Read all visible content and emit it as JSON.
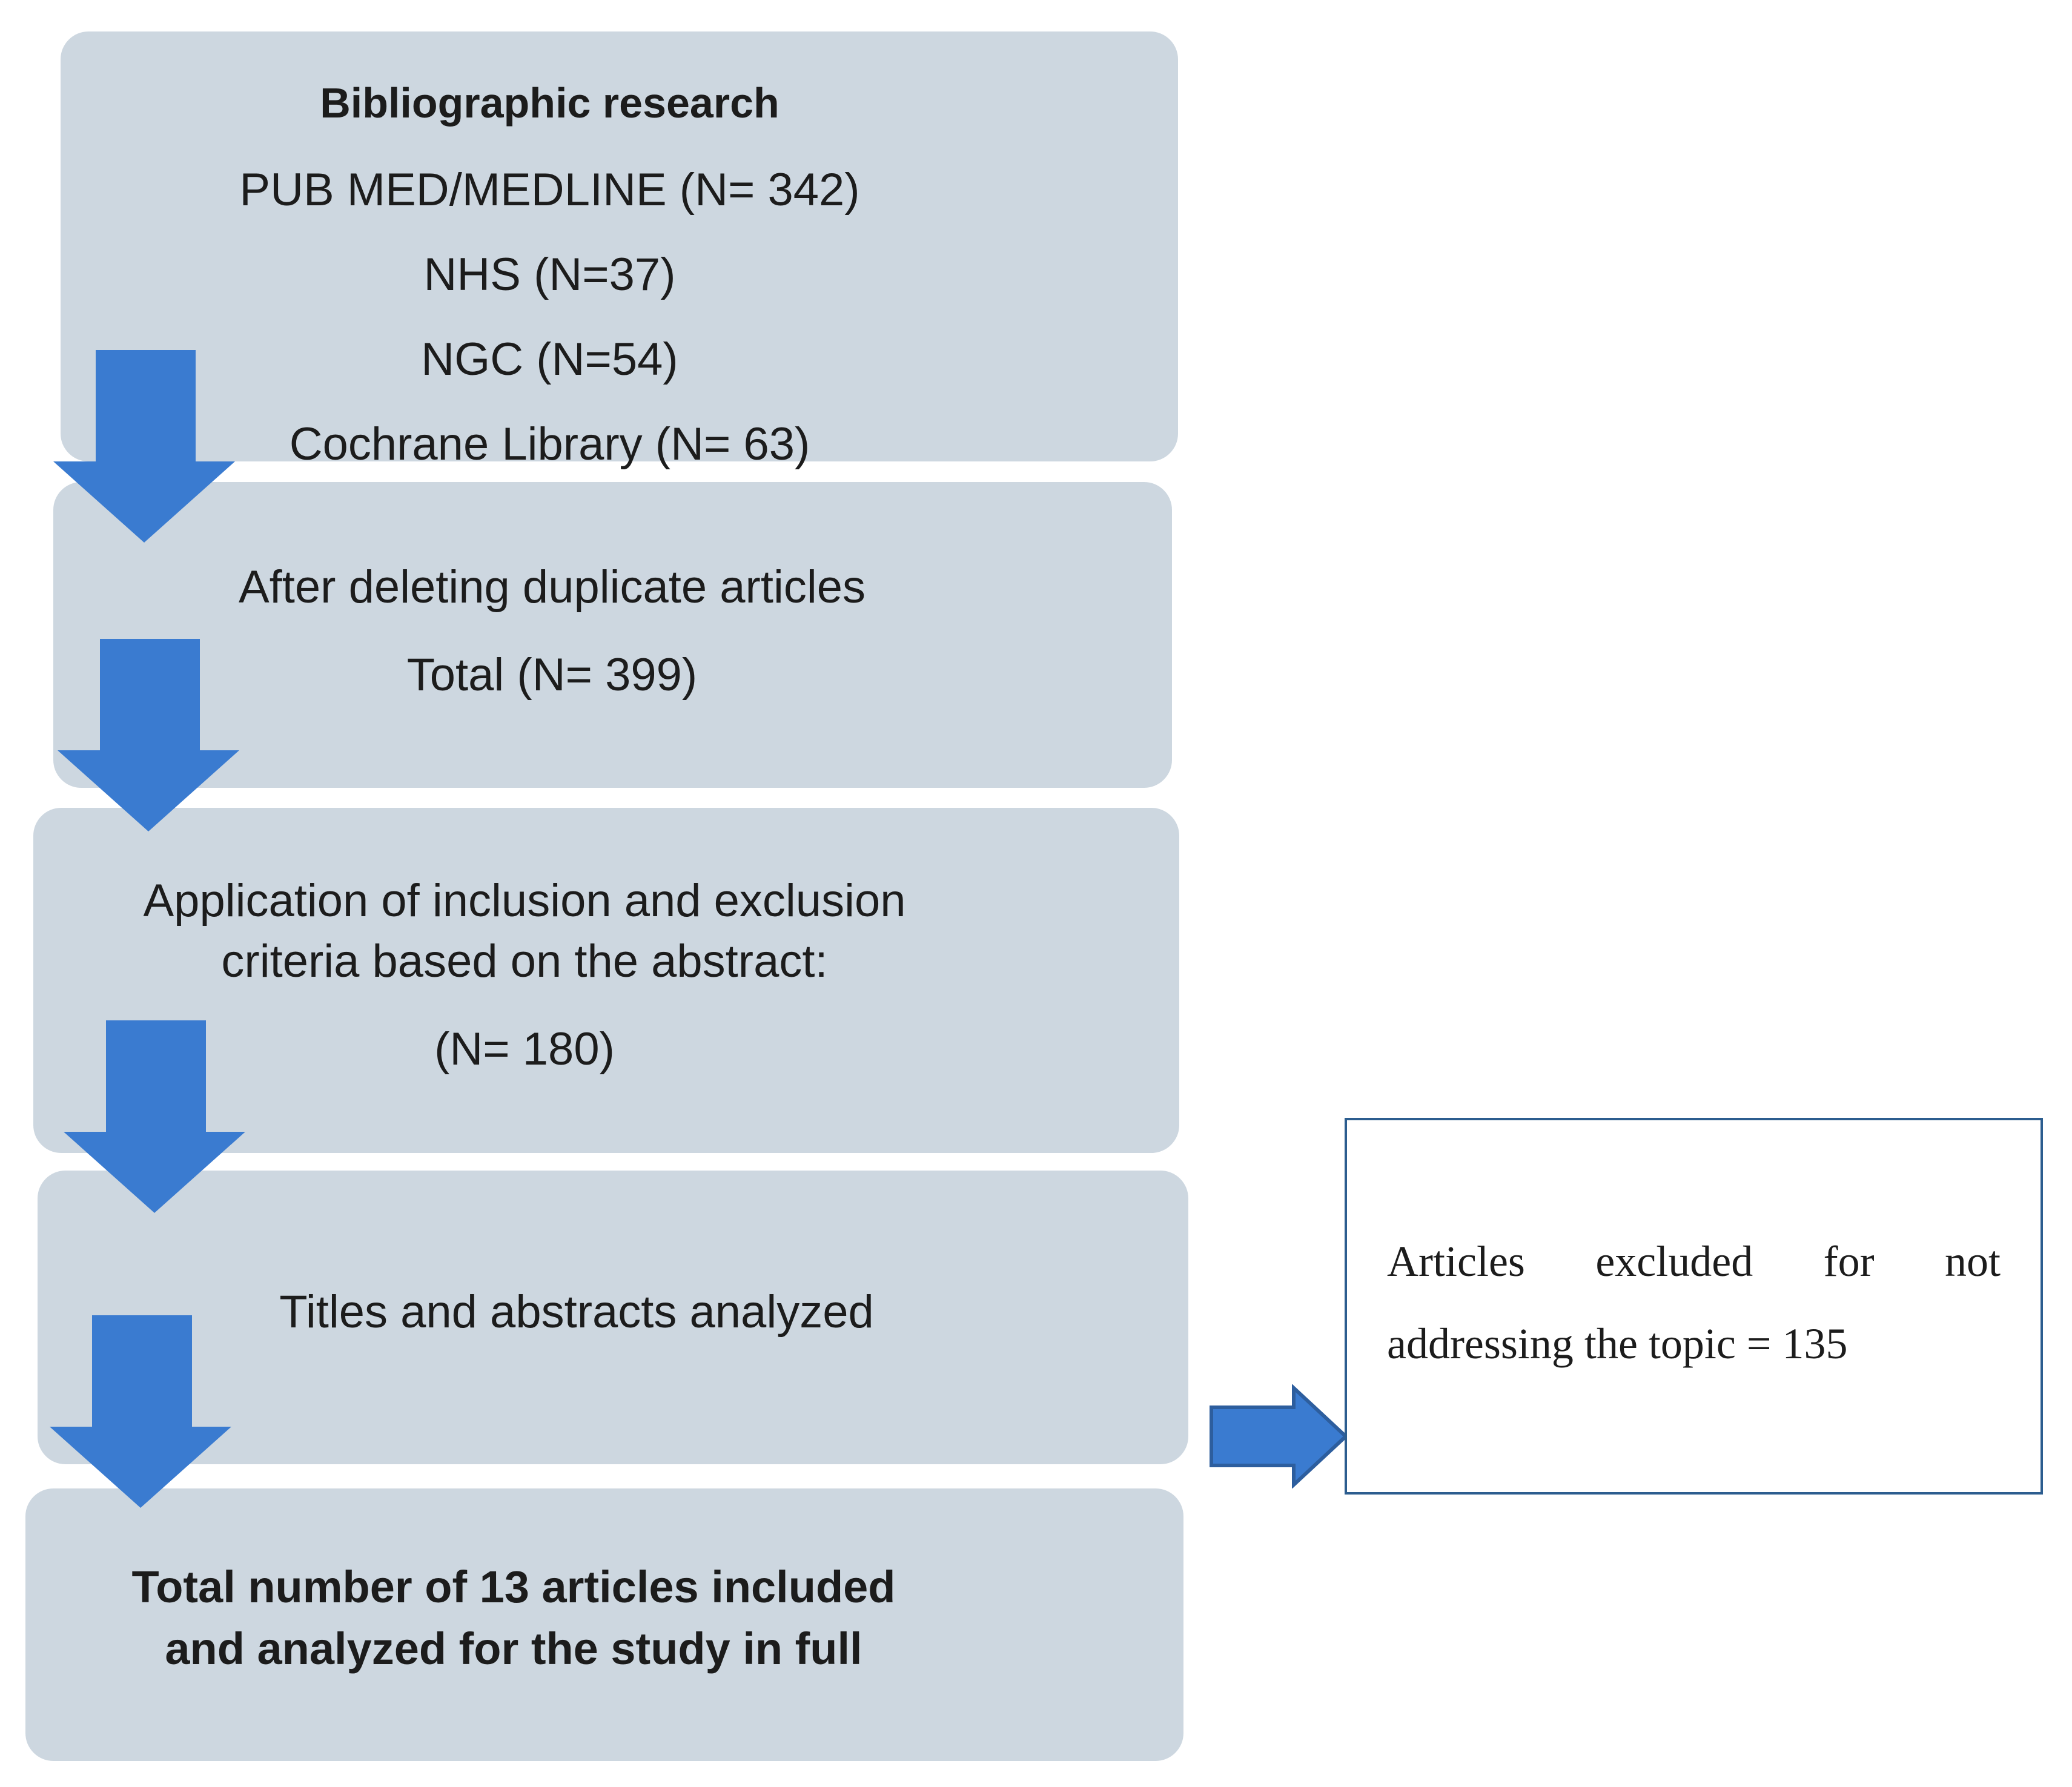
{
  "flow": {
    "box1": {
      "title": "Bibliographic research",
      "lines": [
        "PUB MED/MEDLINE (N= 342)",
        "NHS (N=37)",
        "NGC (N=54)",
        "Cochrane Library (N= 63)"
      ]
    },
    "box2": {
      "lines": [
        "After deleting duplicate articles",
        "Total (N= 399)"
      ]
    },
    "box3": {
      "lines": [
        "Application of inclusion and exclusion",
        "criteria based on the abstract:",
        "(N= 180)"
      ]
    },
    "box4": {
      "lines": [
        "Titles and abstracts analyzed"
      ]
    },
    "box5": {
      "lines": [
        "Total number of 13 articles included",
        "and analyzed for the study in full"
      ]
    },
    "excluded": {
      "lines": [
        "Articles excluded for not",
        "addressing the topic = 135"
      ]
    }
  },
  "colors": {
    "box_fill": "#cdd7e0",
    "arrow": "#3a7bd0",
    "arrow_dark": "#2d6ab8",
    "excluded_border": "#2c5d8f"
  }
}
